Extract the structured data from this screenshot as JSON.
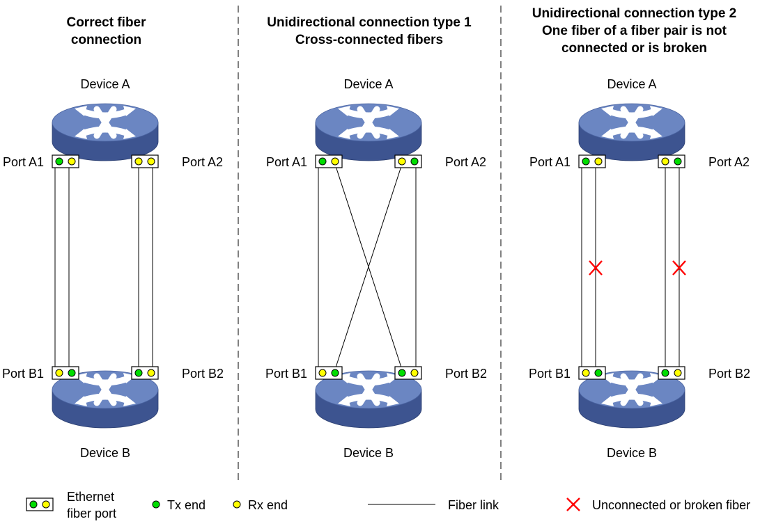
{
  "panels": [
    {
      "title_lines": [
        "Correct fiber",
        "connection"
      ],
      "device_top": "Device A",
      "device_bottom": "Device B",
      "port_a1": "Port A1",
      "port_a2": "Port A2",
      "port_b1": "Port B1",
      "port_b2": "Port B2"
    },
    {
      "title_lines": [
        "Unidirectional connection type 1",
        "Cross-connected fibers"
      ],
      "device_top": "Device A",
      "device_bottom": "Device B",
      "port_a1": "Port A1",
      "port_a2": "Port A2",
      "port_b1": "Port B1",
      "port_b2": "Port B2"
    },
    {
      "title_lines": [
        "Unidirectional connection type 2",
        "One fiber of a fiber pair is not",
        "connected or is broken"
      ],
      "device_top": "Device A",
      "device_bottom": "Device B",
      "port_a1": "Port A1",
      "port_a2": "Port A2",
      "port_b1": "Port B1",
      "port_b2": "Port B2"
    }
  ],
  "legend": {
    "ethernet_port_lines": [
      "Ethernet",
      "fiber port"
    ],
    "tx_end": "Tx end",
    "rx_end": "Rx end",
    "fiber_link": "Fiber link",
    "broken_fiber": "Unconnected or broken fiber"
  },
  "colors": {
    "tx": "#00dd00",
    "rx": "#ffff00",
    "device_top": "#6b86c2",
    "device_side": "#3d5490",
    "broken_mark": "#ff0000",
    "divider": "#000000"
  }
}
